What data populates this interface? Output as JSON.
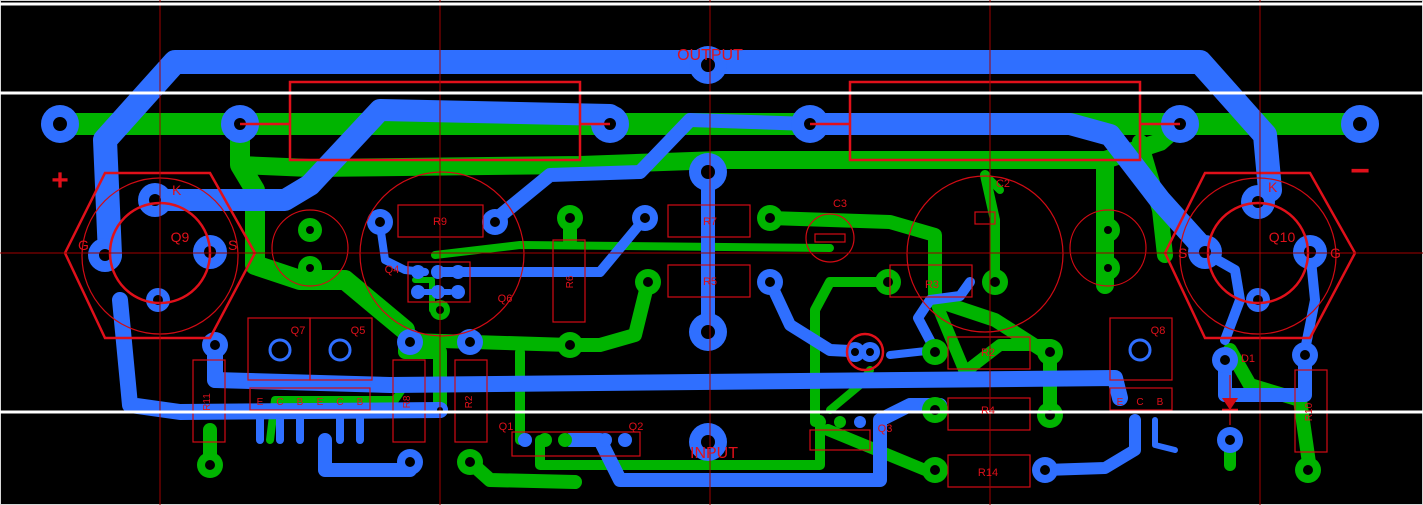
{
  "board": {
    "background_color": "#000000",
    "top_copper_color": "#2f6fff",
    "bottom_copper_color": "#00b400",
    "silkscreen_color": "#e0101a",
    "grid_line_color": "#a00000",
    "guide_line_color": "#ffffff"
  },
  "labels": {
    "output": "OUTPUT",
    "input": "INPUT",
    "plus": "+",
    "minus": "−"
  },
  "components": {
    "q9": "Q9",
    "q10": "Q10",
    "q9_k": "K",
    "q9_g": "G",
    "q9_s": "S",
    "q10_k": "K",
    "q10_s": "S",
    "q10_g": "G",
    "r9": "R9",
    "r7": "R7",
    "r5": "R5",
    "r6": "R6",
    "r3": "R3",
    "r2": "R2",
    "r4": "R4",
    "r14": "R14",
    "r11": "R11",
    "r8": "R8",
    "r12": "R2",
    "r10": "R10",
    "q4": "Q4",
    "q6": "Q6",
    "q7": "Q7",
    "q5": "Q5",
    "q8": "Q8",
    "q1": "Q1",
    "q2": "Q2",
    "q3": "Q3",
    "c2": "C2",
    "c3": "C3",
    "d1": "D1",
    "pin_e": "E",
    "pin_c": "C",
    "pin_b": "B"
  }
}
